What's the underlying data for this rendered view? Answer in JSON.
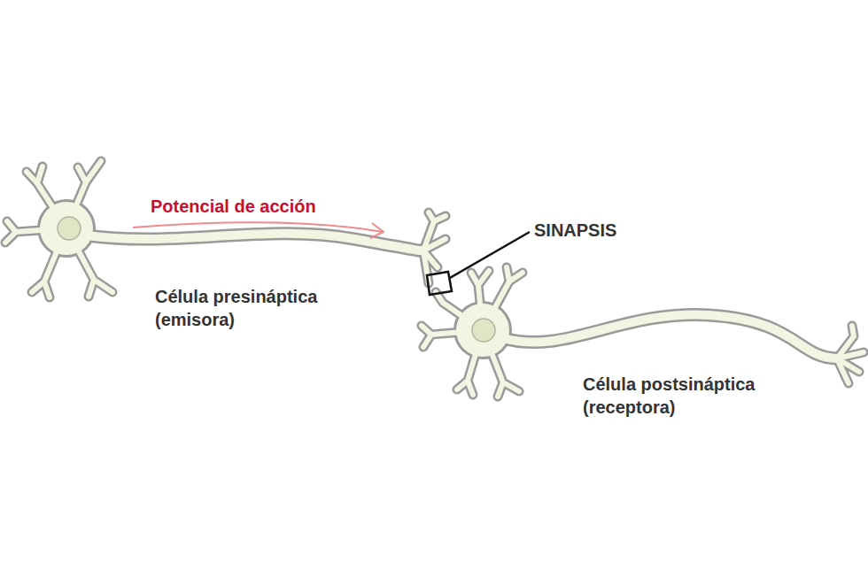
{
  "diagram": {
    "labels": [
      "Potencial de acción",
      "SINAPSIS",
      "Célula presináptica (emisora)",
      "Célula postsináptica (receptora)"
    ]
  }
}
